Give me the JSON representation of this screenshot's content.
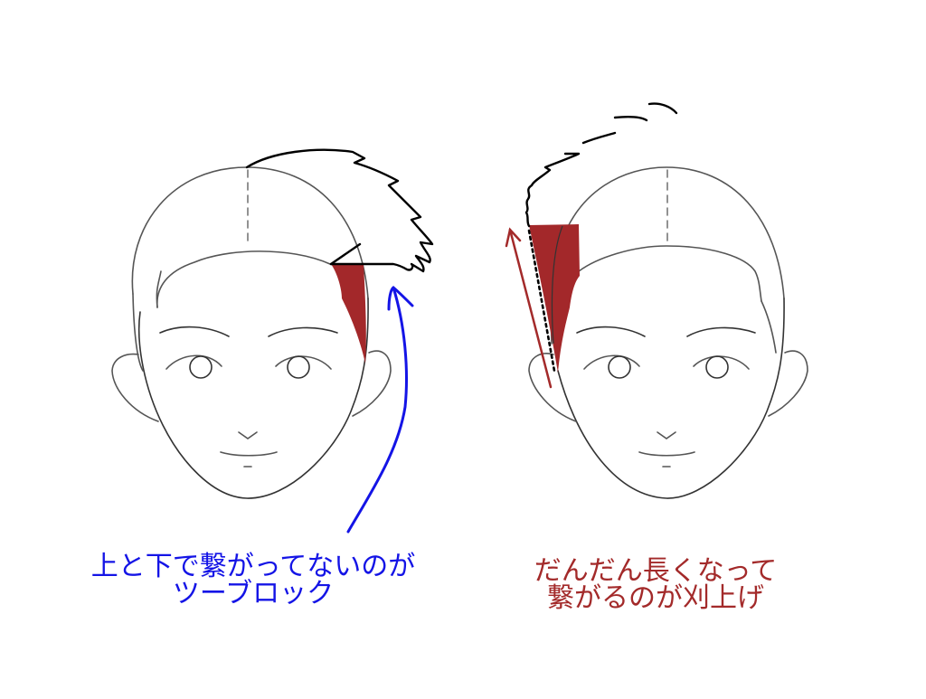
{
  "diagrams": [
    {
      "id": "two-block",
      "caption": {
        "line1": "上と下で繋がってないのが",
        "line2": "ツーブロック"
      },
      "caption_color": "#1414e6",
      "arrow_color": "#1414e6",
      "highlight_color": "#a3282a"
    },
    {
      "id": "kariage",
      "caption": {
        "line1": "だんだん長くなって",
        "line2": "繋がるのが刈上げ"
      },
      "caption_color": "#a32a2a",
      "arrow_color": "#a32a2a",
      "highlight_color": "#a3282a"
    }
  ],
  "colors": {
    "face_outline": "#555555",
    "hair_outline": "#000000",
    "background": "#ffffff"
  }
}
